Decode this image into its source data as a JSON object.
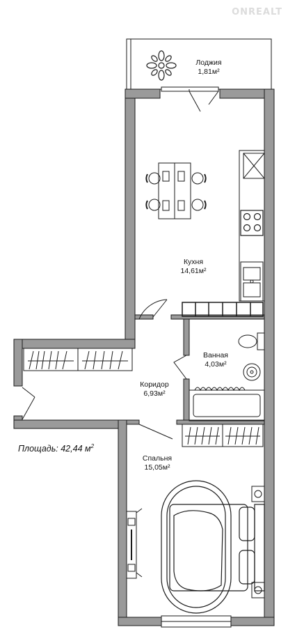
{
  "watermark": "ONREALT",
  "total": {
    "label": "Площадь:",
    "value": "42,44",
    "unit": "м",
    "power": "2"
  },
  "rooms": {
    "loggia": {
      "name": "Лоджия",
      "area": "1,81м²"
    },
    "kitchen": {
      "name": "Кухня",
      "area": "14,61м²"
    },
    "bathroom": {
      "name": "Ванная",
      "area": "4,03м²"
    },
    "corridor": {
      "name": "Коридор",
      "area": "6,93м²"
    },
    "bedroom": {
      "name": "Спальня",
      "area": "15,05м²"
    }
  },
  "icons": [
    "plant-icon",
    "dining-set-icon",
    "stove-icon",
    "sink-icon",
    "toilet-icon",
    "washbasin-icon",
    "bathtub-icon",
    "wardrobe-icon",
    "bed-icon",
    "lamp-icon",
    "dresser-icon"
  ],
  "colors": {
    "wall": "#9a9a9a",
    "line": "#1a1a1a",
    "background": "#ffffff"
  }
}
